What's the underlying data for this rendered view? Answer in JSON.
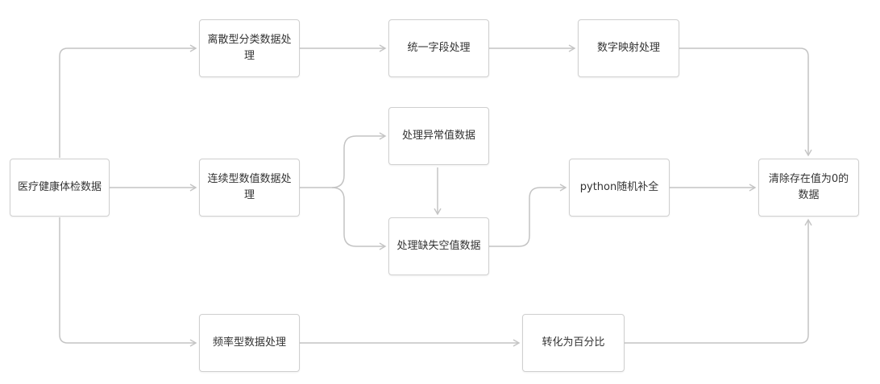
{
  "nodes": {
    "medical_data": "医疗健康体检数据",
    "discrete": "离散型分类数据处理",
    "unify_fields": "统一字段处理",
    "number_mapping": "数字映射处理",
    "continuous": "连续型数值数据处理",
    "outliers": "处理异常值数据",
    "missing": "处理缺失空值数据",
    "python_fill": "python随机补全",
    "clear_zero": "清除存在值为0的数据",
    "frequency": "频率型数据处理",
    "to_percent": "转化为百分比"
  },
  "colors": {
    "edge": "#c4c4c4",
    "border": "#cfcfcf",
    "text": "#333333"
  }
}
